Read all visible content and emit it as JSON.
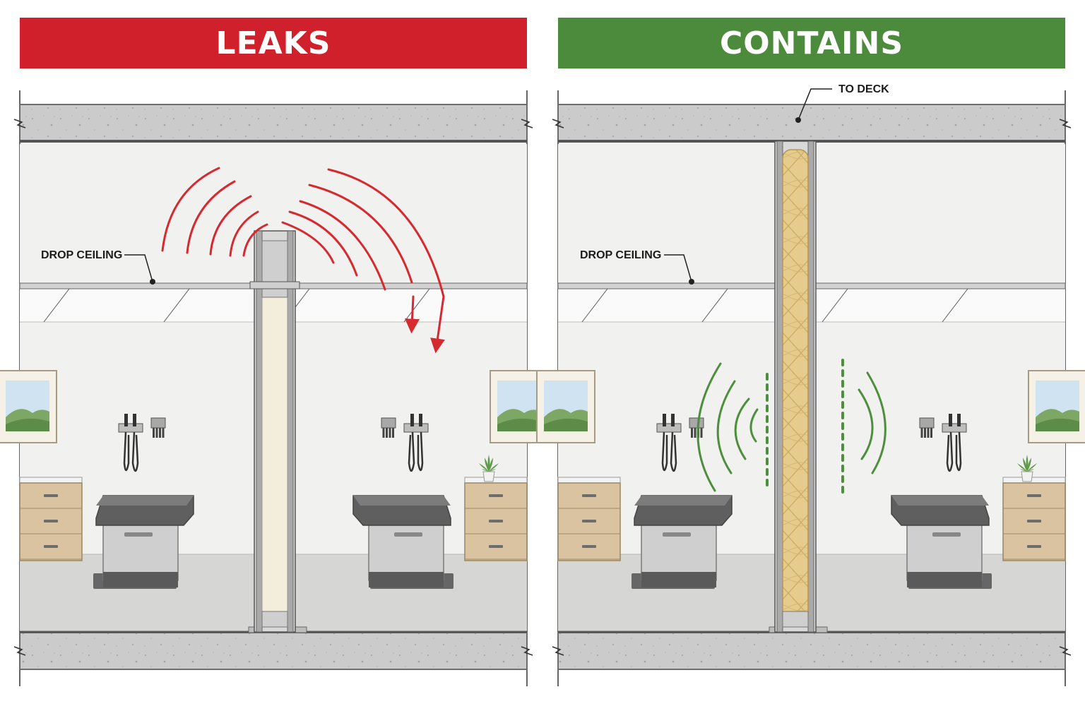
{
  "panels": {
    "left": {
      "title": "LEAKS",
      "callout": "DROP CEILING",
      "color": "#d0202c"
    },
    "right": {
      "title": "CONTAINS",
      "callout_ceiling": "DROP CEILING",
      "callout_deck": "TO DECK",
      "color": "#4c8a3c"
    }
  },
  "colors": {
    "slab": "#c9c9c9",
    "wall": "#f1f1ef",
    "floor": "#d6d6d4",
    "cabinet": "#d9c3a0",
    "insulation": "#e8cf8f",
    "sound_leak": "#d42a30",
    "sound_contained": "#4e8f3e"
  },
  "icons": [
    "otoscope-icon",
    "plant-icon",
    "landscape-picture-icon"
  ]
}
